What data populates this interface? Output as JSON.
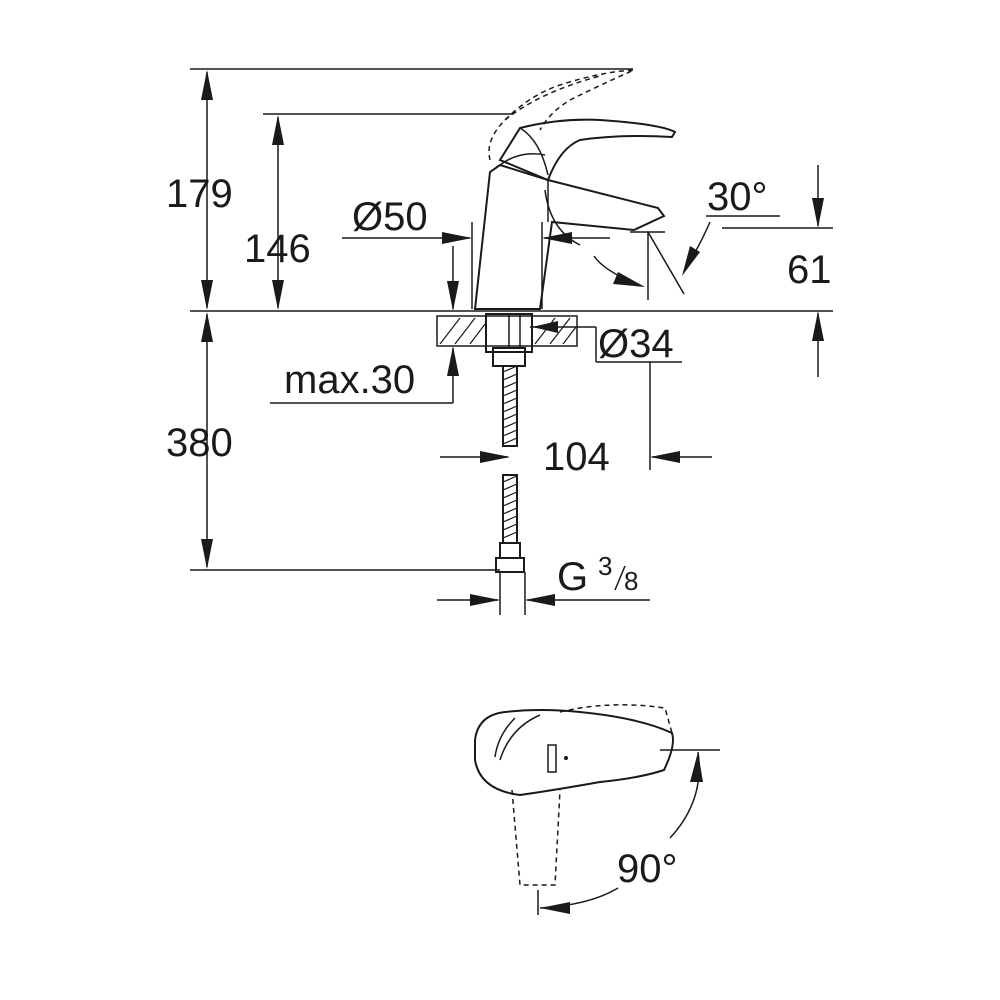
{
  "dimensions": {
    "total_height": "179",
    "spout_height": "146",
    "base_diameter": "Ø50",
    "spout_angle": "30°",
    "spout_clearance": "61",
    "hole_diameter": "Ø34",
    "max_thickness": "max.30",
    "hose_length": "380",
    "spout_reach": "104",
    "thread_main": "G",
    "thread_num": "3",
    "thread_den": "8",
    "lever_rotation": "90°"
  }
}
